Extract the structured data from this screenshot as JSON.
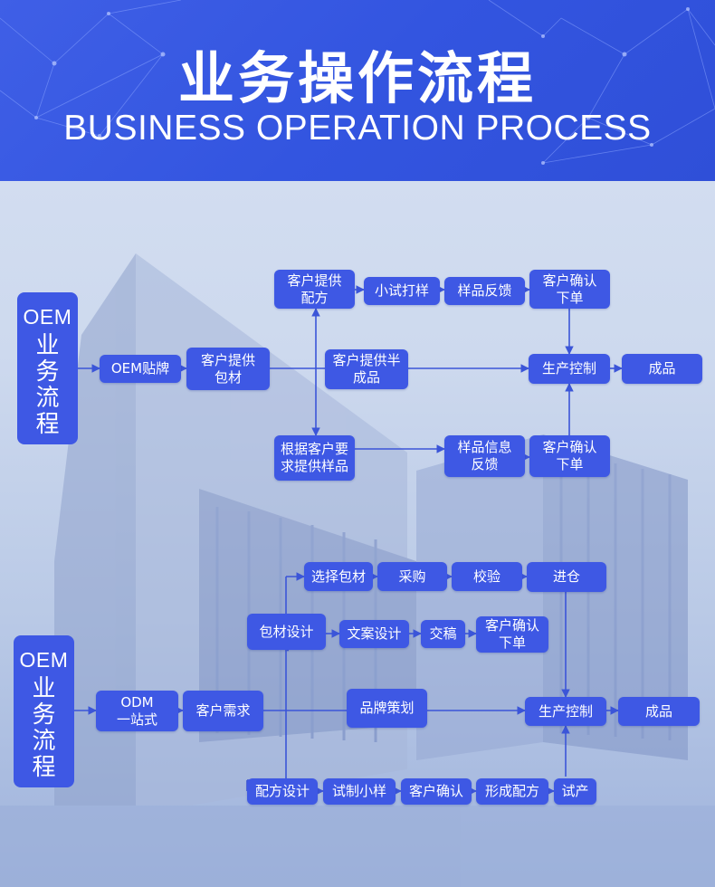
{
  "header": {
    "title_cn": "业务操作流程",
    "title_en": "BUSINESS OPERATION PROCESS"
  },
  "oem_section": {
    "label_en": "OEM",
    "label_cn": "业务流程",
    "nodes": {
      "oem_sticker": "OEM贴牌",
      "client_packaging": "客户提供\n包材",
      "client_formula": "客户提供\n配方",
      "small_trial": "小试打样",
      "sample_feedback": "样品反馈",
      "client_confirm_top": "客户确认\n下单",
      "client_semi_product": "客户提供半\n成品",
      "production_control": "生产控制",
      "finished_product": "成品",
      "sample_on_request": "根据客户要\n求提供样品",
      "sample_info_feedback": "样品信息\n反馈",
      "client_confirm_bottom": "客户确认\n下单"
    }
  },
  "odm_section": {
    "label_en": "OEM",
    "label_cn": "业务流程",
    "nodes": {
      "odm_one_stop": "ODM\n一站式",
      "client_needs": "客户需求",
      "select_packaging": "选择包材",
      "purchase": "采购",
      "inspection": "校验",
      "warehousing": "进仓",
      "packaging_design": "包材设计",
      "copy_design": "文案设计",
      "submit_draft": "交稿",
      "client_confirm_order": "客户确认\n下单",
      "brand_planning": "品牌策划",
      "production_control": "生产控制",
      "finished_product": "成品",
      "formula_design": "配方设计",
      "trial_sample": "试制小样",
      "client_confirm": "客户确认",
      "form_formula": "形成配方",
      "trial_production": "试产"
    }
  },
  "colors": {
    "header": "#3355e0",
    "box": "#3e58e4",
    "line": "#3b55d8"
  }
}
